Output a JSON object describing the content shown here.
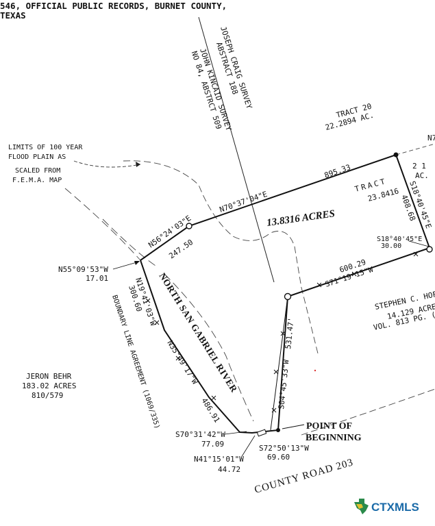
{
  "header": {
    "line1": "546, OFFICIAL PUBLIC RECORDS, BURNET COUNTY,",
    "line2": "TEXAS"
  },
  "surveys": {
    "joseph_line1": "JOSEPH CRAIG SURVEY",
    "joseph_line2": "ABSTRACT 188",
    "john_line1": "JOHN KINCAID SURVEY",
    "john_line2": "NO 84, ABSTRCT 509"
  },
  "floodplain": {
    "line1": "LIMITS OF 100 YEAR",
    "line2": "FLOOD PLAIN AS",
    "line3": "SCALED FROM",
    "line4": "F.E.M.A. MAP"
  },
  "tract20": {
    "name": "TRACT 20",
    "area": "22.2894 AC."
  },
  "tract21": {
    "name": "TRACT",
    "area": "23.8416",
    "partial_num": "2 1",
    "partial_ac": "AC."
  },
  "edge_fragment": "N7",
  "main_area": "13.8316 ACRES",
  "river": "NORTH SAN GABRIEL RIVER",
  "boundary_agreement": "BOUNDARY LINE AGREEMENT (1069/335)",
  "jeron": {
    "name": "JERON BEHR",
    "area": "183.02 ACRES",
    "ref": "810/579"
  },
  "stephen": {
    "name": "STEPHEN C. HOF",
    "area": "14.129 ACRE",
    "vol": "VOL. 813 PG. ("
  },
  "pob": {
    "line1": "POINT OF",
    "line2": "BEGINNING"
  },
  "road": "COUNTY ROAD 203",
  "calls": {
    "n70": "N70°37'04\"E",
    "d895": "895.33",
    "s18a": "S18°40'45\"E",
    "d408": "408.68",
    "s18b": "S18°40'45\"E",
    "d30": "30.00",
    "d600": "600.29",
    "s71": "S71°19'15\"W",
    "d531": "531.47'",
    "s04": "S04°45'33\"W",
    "n56": "N56°24'03\"E",
    "d247": "247.50",
    "n55": "N55°09'53\"W",
    "d17": "17.01",
    "n19": "N19°41'03\"W",
    "d300": "300.60",
    "n35": "N35°49'17\"W",
    "d486": "486.91",
    "s70": "S70°31'42\"W",
    "d77": "77.09",
    "n41": "N41°15'01\"W",
    "d44": "44.72",
    "s72": "S72°50'13\"W",
    "d69": "69.60"
  },
  "logo": {
    "text": "CTXMLS",
    "color": "#1a6aa8",
    "icon": "texas-star-icon"
  }
}
